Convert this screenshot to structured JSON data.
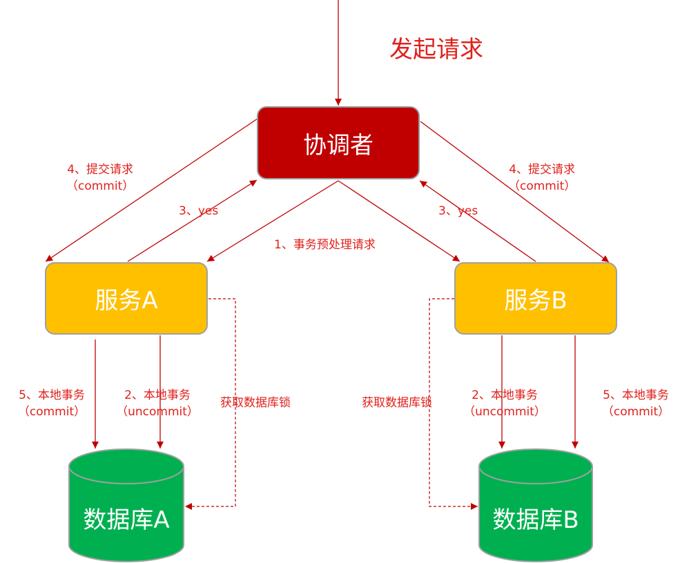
{
  "title": "发起请求",
  "coordinator": {
    "label": "协调者"
  },
  "service_a": {
    "label": "服务A"
  },
  "service_b": {
    "label": "服务B"
  },
  "db_a": {
    "label": "数据库A"
  },
  "db_b": {
    "label": "数据库B"
  },
  "edges": {
    "prepare": "1、事务预处理请求",
    "commit_left_1": "4、提交请求",
    "commit_left_2": "（commit）",
    "commit_right_1": "4、提交请求",
    "commit_right_2": "（commit）",
    "yes_left": "3、yes",
    "yes_right": "3、yes",
    "local_commit_a_1": "5、本地事务",
    "local_commit_a_2": "（commit）",
    "local_uncommit_a_1": "2、本地事务",
    "local_uncommit_a_2": "（uncommit）",
    "lock_a": "获取数据库锁",
    "lock_b": "获取数据库锁",
    "local_uncommit_b_1": "2、本地事务",
    "local_uncommit_b_2": "（uncommit）",
    "local_commit_b_1": "5、本地事务",
    "local_commit_b_2": "（commit）"
  },
  "colors": {
    "coordinator": "#c00000",
    "service": "#ffc000",
    "database": "#00b050",
    "arrow": "#c00000",
    "text": "#e0201b"
  }
}
